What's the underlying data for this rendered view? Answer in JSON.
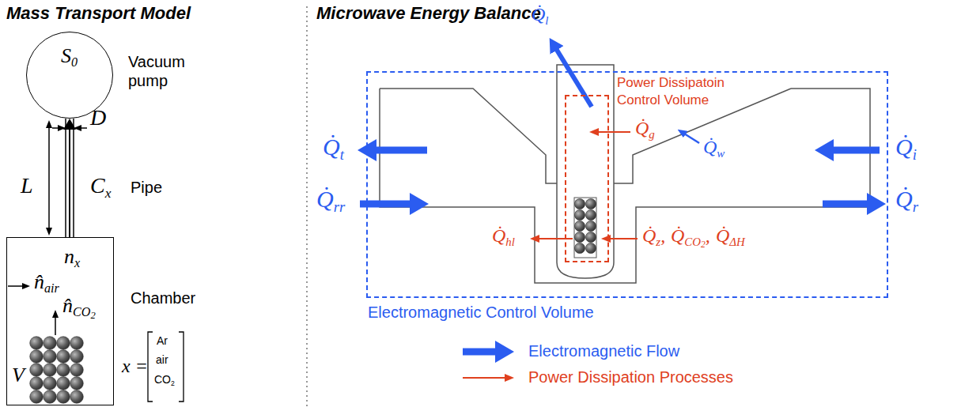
{
  "diagram": {
    "nodes": [
      {
        "text": [
          "S0"
        ]
      },
      {
        "text": [
          "nx",
          "n̂air",
          "n̂CO2",
          "V"
        ]
      },
      {
        "text": [
          "Electromagnetic Control Volume"
        ]
      },
      {
        "text": [
          "Power Dissipatoin Control Volume"
        ],
        "in": 2
      }
    ],
    "edges": [
      {
        "from": 1,
        "to": 0,
        "arrow": "to"
      }
    ],
    "labels": [
      "Mass Transport Model",
      "Microwave Energy Balance",
      "Vacuum pump",
      "L",
      "D",
      "Cx",
      "Pipe",
      "Chamber",
      "x =",
      "Ar",
      "air",
      "CO2",
      "Q̇l",
      "Q̇t",
      "Q̇rr",
      "Q̇g",
      "Q̇w",
      "Q̇i",
      "Q̇r",
      "Q̇hl",
      "Q̇z,",
      "Q̇CO2,",
      "Q̇ΔH"
    ],
    "legend": [
      {
        "text": "Electromagnetic Flow"
      },
      {
        "text": "Power Dissipation Processes"
      }
    ]
  }
}
